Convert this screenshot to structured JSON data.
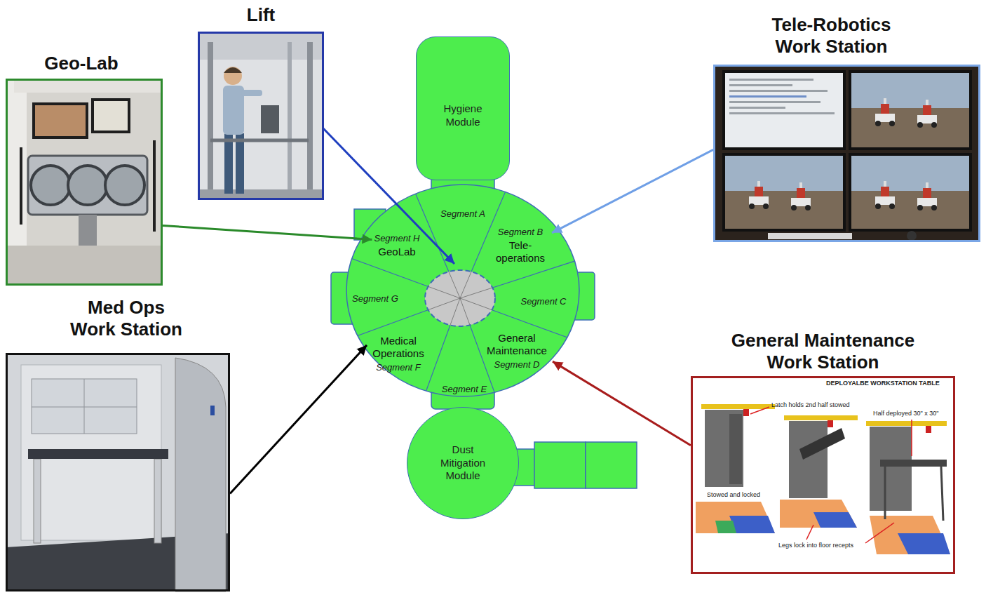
{
  "diagram": {
    "nodes": [
      {
        "text": [
          "Lift"
        ]
      },
      {
        "text": [
          "Tele-Robotics Work Station"
        ]
      },
      {
        "text": [
          "Geo-Lab"
        ]
      },
      {
        "text": [
          "Hygiene Module"
        ]
      },
      {
        "text": [
          "Segment A"
        ]
      },
      {
        "text": [
          "Segment B",
          "Tele- operations"
        ]
      },
      {
        "text": [
          "Segment C"
        ]
      },
      {
        "text": [
          "General Maintenance",
          "Segment D"
        ]
      },
      {
        "text": [
          "Segment E"
        ]
      },
      {
        "text": [
          "Medical Operations",
          "Segment F"
        ]
      },
      {
        "text": [
          "Segment G"
        ]
      },
      {
        "text": [
          "Segment H",
          "GeoLab"
        ]
      },
      {
        "text": [
          "Med Ops Work Station"
        ]
      },
      {
        "text": [
          "General Maintenance Work Station"
        ]
      },
      {
        "text": [
          "Dust Mitigation Module"
        ]
      }
    ],
    "edges": [
      {
        "from": 2,
        "to": 11,
        "arrow": "to"
      },
      {
        "from": 1,
        "to": 5,
        "arrow": "to"
      },
      {
        "from": 12,
        "to": 9,
        "arrow": "to"
      },
      {
        "from": 13,
        "to": 7,
        "arrow": "to"
      }
    ],
    "labels": [
      "DEPLOYALBE WORKSTATION TABLE",
      "Latch holds 2nd half stowed",
      "Half deployed 30\" x 30\"",
      "Stowed and locked",
      "Legs lock into floor recepts"
    ]
  }
}
